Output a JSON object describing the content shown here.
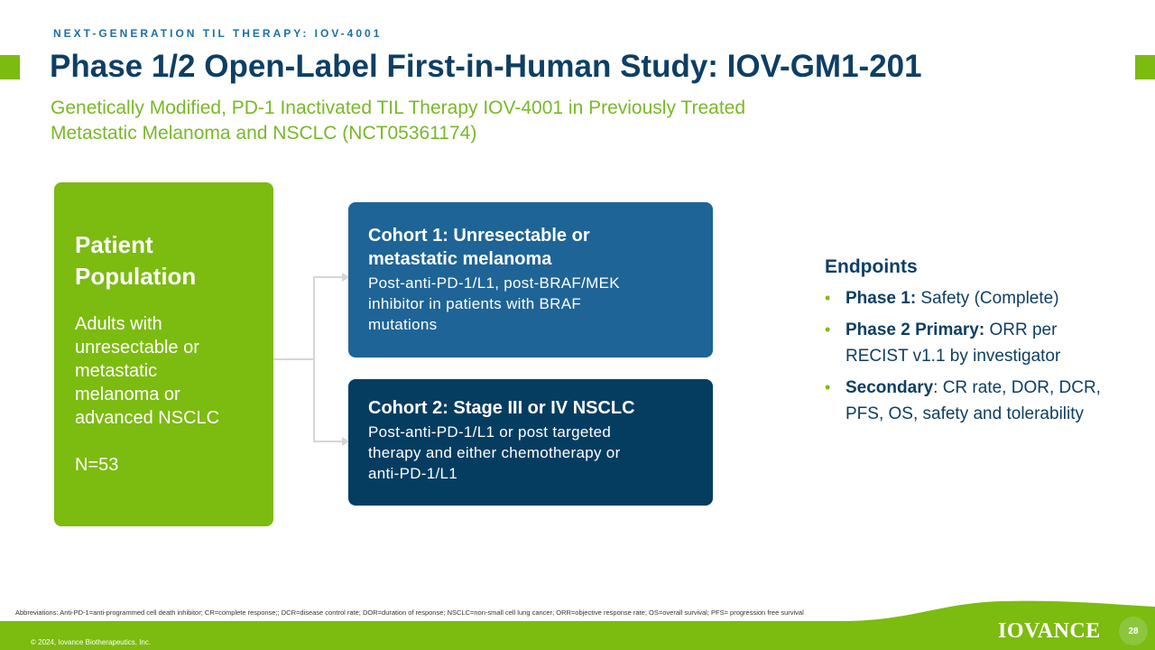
{
  "header": {
    "kicker": "NEXT-GENERATION TIL THERAPY: IOV-4001",
    "title": "Phase 1/2 Open-Label First-in-Human Study: IOV-GM1-201",
    "subtitle_lines": [
      "Genetically Modified, PD-1 Inactivated TIL Therapy IOV-4001 in Previously Treated",
      "Metastatic Melanoma and NSCLC (NCT05361174)"
    ]
  },
  "population": {
    "heading_lines": [
      "Patient",
      "Population"
    ],
    "description_lines": [
      "Adults with",
      "unresectable or",
      "metastatic",
      "melanoma or",
      "advanced NSCLC"
    ],
    "n": "N=53"
  },
  "cohorts": [
    {
      "title_lines": [
        "Cohort 1: Unresectable or",
        "metastatic melanoma"
      ],
      "description_lines": [
        "Post-anti-PD-1/L1, post-BRAF/MEK",
        "inhibitor in patients with BRAF",
        "mutations"
      ]
    },
    {
      "title_lines": [
        "Cohort 2: Stage III or IV NSCLC"
      ],
      "description_lines": [
        "Post-anti-PD-1/L1 or post targeted",
        "therapy and either chemotherapy or",
        "anti-PD-1/L1"
      ]
    }
  ],
  "endpoints": {
    "title": "Endpoints",
    "items": [
      {
        "label": "Phase 1:",
        "text": " Safety (Complete)"
      },
      {
        "label": "Phase 2 Primary:",
        "text": " ORR per RECIST v1.1 by investigator"
      },
      {
        "label": "Secondary",
        "text": ": CR rate, DOR, DCR, PFS, OS, safety and tolerability"
      }
    ]
  },
  "footer": {
    "abbreviations": "Abbreviations: Anti-PD-1=anti-programmed cell death inhibitor; CR=complete response;; DCR=disease control rate; DOR=duration of response; NSCLC=non-small cell lung cancer; ORR=objective response rate; OS=overall survival; PFS= progression free survival",
    "copyright": "© 2024, Iovance Biotherapeutics, Inc.",
    "logo_text": "IOVANCE",
    "page_number": "28"
  },
  "colors": {
    "brand_green": "#7cbb0f",
    "navy": "#0e3f63",
    "cohort1_blue": "#1e6496",
    "cohort2_navy": "#053d61"
  }
}
